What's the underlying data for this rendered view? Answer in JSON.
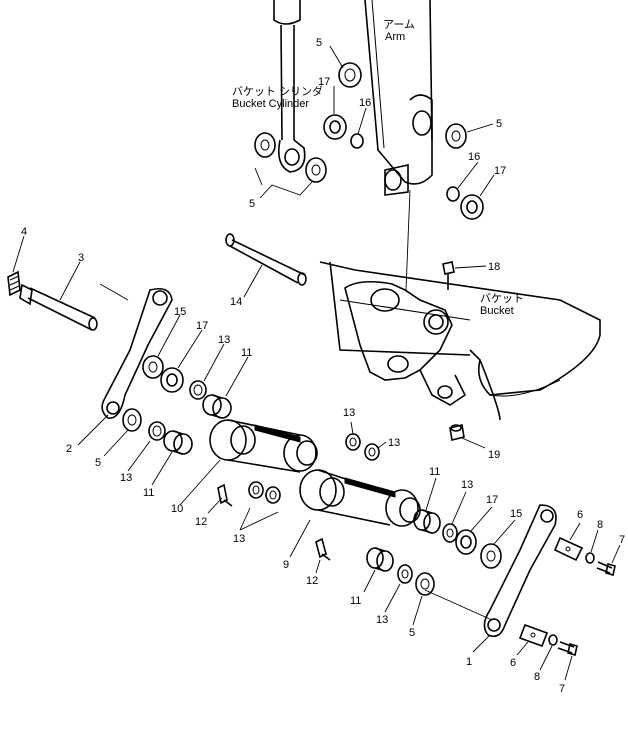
{
  "labels": {
    "arm_jp": "アーム",
    "arm_en": "Arm",
    "bucket_cyl_jp": "バケット シリンダ",
    "bucket_cyl_en": "Bucket Cylinder",
    "bucket_jp": "バケット",
    "bucket_en": "Bucket"
  },
  "callouts": {
    "c1": "1",
    "c2": "2",
    "c3": "3",
    "c4": "4",
    "c5a": "5",
    "c5b": "5",
    "c5c": "5",
    "c5d": "5",
    "c5e": "5",
    "c6a": "6",
    "c6b": "6",
    "c7a": "7",
    "c7b": "7",
    "c8a": "8",
    "c8b": "8",
    "c9": "9",
    "c10": "10",
    "c11a": "11",
    "c11b": "11",
    "c11c": "11",
    "c11d": "11",
    "c12a": "12",
    "c12b": "12",
    "c13a": "13",
    "c13b": "13",
    "c13c": "13",
    "c13d": "13",
    "c13e": "13",
    "c13f": "13",
    "c13g": "13",
    "c14": "14",
    "c15a": "15",
    "c15b": "15",
    "c16a": "16",
    "c16b": "16",
    "c17a": "17",
    "c17b": "17",
    "c17c": "17",
    "c17d": "17",
    "c18": "18",
    "c19": "19"
  }
}
